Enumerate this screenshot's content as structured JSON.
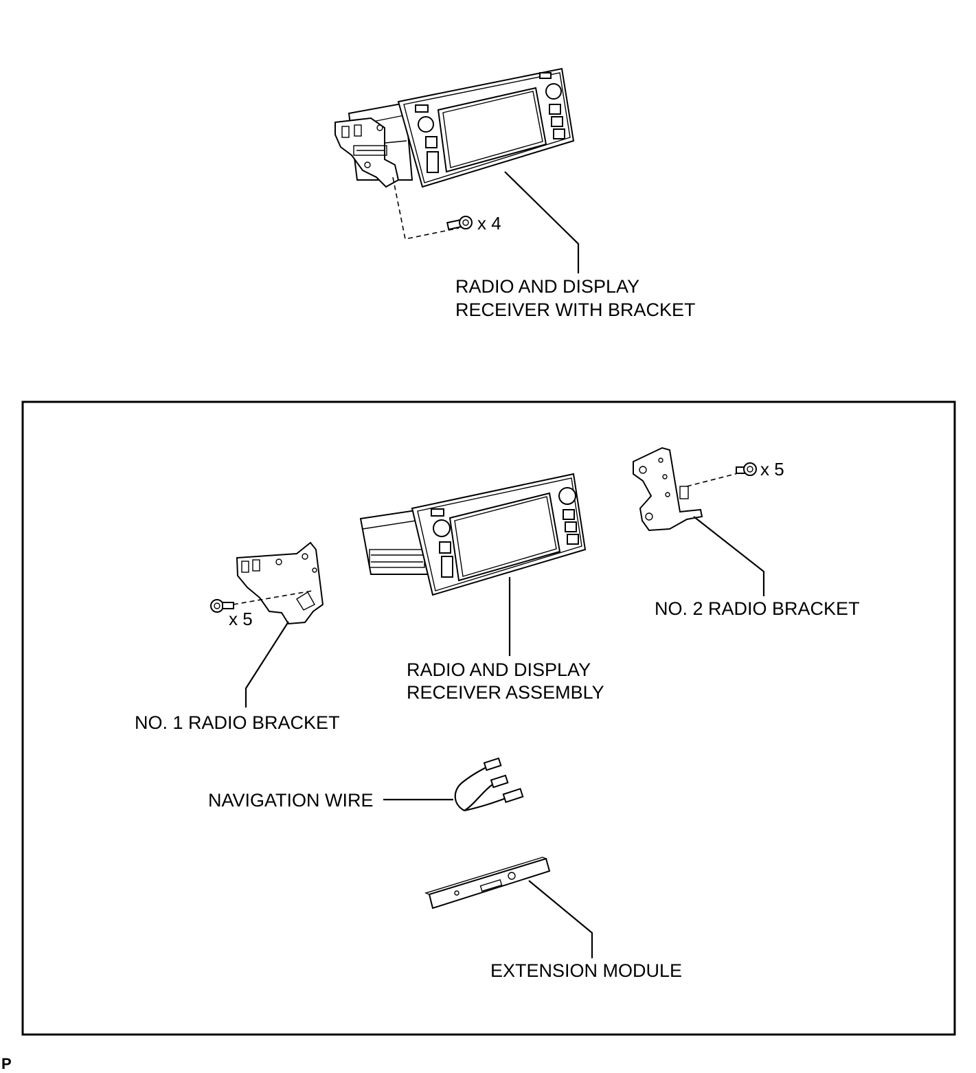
{
  "top_assembly": {
    "label_line1": "RADIO AND DISPLAY",
    "label_line2": "RECEIVER WITH BRACKET",
    "screw_qty": "x 4"
  },
  "exploded": {
    "receiver_assembly": {
      "label_line1": "RADIO AND DISPLAY",
      "label_line2": "RECEIVER ASSEMBLY"
    },
    "no1_bracket": {
      "label": "NO. 1 RADIO BRACKET",
      "screw_qty": "x 5"
    },
    "no2_bracket": {
      "label": "NO. 2 RADIO BRACKET",
      "screw_qty": "x 5"
    },
    "navigation_wire": {
      "label": "NAVIGATION WIRE"
    },
    "extension_module": {
      "label": "EXTENSION MODULE"
    }
  },
  "corner_mark": "P"
}
